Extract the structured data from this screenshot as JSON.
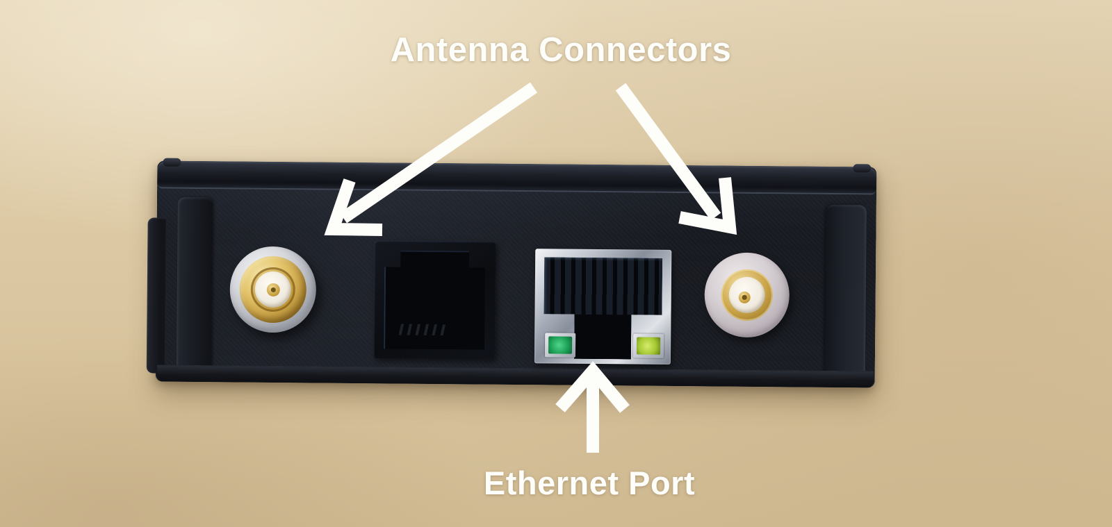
{
  "annotations": {
    "antenna_label": "Antenna Connectors",
    "ethernet_label": "Ethernet Port"
  },
  "icons": {
    "antenna_arrow_left": "arrow-down-left",
    "antenna_arrow_right": "arrow-down-right",
    "ethernet_arrow": "arrow-up"
  },
  "colors": {
    "annotation_text": "#fdfdfa",
    "wood_base": "#d8c5a0",
    "device_body": "#181b21",
    "sma_gold": "#c9a348",
    "sma_dielectric": "#f1ece1",
    "ethernet_shield": "#b9bec7",
    "led_link": "#1fa257",
    "led_activity": "#a6c934"
  }
}
